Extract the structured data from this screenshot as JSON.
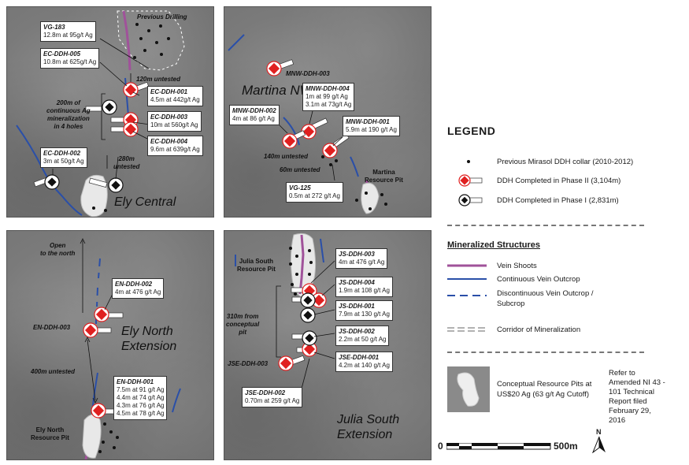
{
  "panels": {
    "ely_central": {
      "title": "Ely Central",
      "previous_drilling": "Previous Drilling",
      "labels": [
        {
          "id": "vg183",
          "hole": "VG-183",
          "lines": [
            "12.8m at 95g/t Ag"
          ]
        },
        {
          "id": "ec005",
          "hole": "EC-DDH-005",
          "lines": [
            "10.8m at 625g/t Ag"
          ]
        },
        {
          "id": "ec001",
          "hole": "EC-DDH-001",
          "lines": [
            "4.5m at 442g/t Ag"
          ]
        },
        {
          "id": "ec003",
          "hole": "EC-DDH-003",
          "lines": [
            "10m at 560g/t Ag"
          ]
        },
        {
          "id": "ec004",
          "hole": "EC-DDH-004",
          "lines": [
            "9.6m at 639g/t Ag"
          ]
        },
        {
          "id": "ec002",
          "hole": "EC-DDH-002",
          "lines": [
            "3m at 50g/t Ag"
          ]
        }
      ],
      "annotations": {
        "untested_120": "120m untested",
        "continuous_1": "200m of",
        "continuous_2": "continuous Ag",
        "continuous_3": "mineralization",
        "continuous_4": "in 4 holes",
        "untested_280_1": "280m",
        "untested_280_2": "untested"
      }
    },
    "martina_nw": {
      "title": "Martina NW",
      "labels": [
        {
          "id": "mnw003",
          "hole": "MNW-DDH-003",
          "lines": []
        },
        {
          "id": "mnw004",
          "hole": "MNW-DDH-004",
          "lines": [
            "1m at 99 g/t Ag",
            "3.1m at 73g/t Ag"
          ]
        },
        {
          "id": "mnw002",
          "hole": "MNW-DDH-002",
          "lines": [
            "4m at 86 g/t Ag"
          ]
        },
        {
          "id": "mnw001",
          "hole": "MNW-DDH-001",
          "lines": [
            "5.9m at 190 g/t Ag"
          ]
        },
        {
          "id": "vg125",
          "hole": "VG-125",
          "lines": [
            "0.5m at 272 g/t Ag"
          ]
        }
      ],
      "annotations": {
        "untested_140": "140m untested",
        "untested_60": "60m untested",
        "pit_1": "Martina",
        "pit_2": "Resource Pit"
      }
    },
    "ely_north": {
      "title_1": "Ely North",
      "title_2": "Extension",
      "labels": [
        {
          "id": "en002",
          "hole": "EN-DDH-002",
          "lines": [
            "4m at 476 g/t Ag"
          ]
        },
        {
          "id": "en001",
          "hole": "EN-DDH-001",
          "lines": [
            "7.5m at 91 g/t Ag",
            "4.4m at 74 g/t Ag",
            "4.3m at 76 g/t Ag",
            "4.5m at 78 g/t Ag"
          ]
        }
      ],
      "annotations": {
        "open_1": "Open",
        "open_2": "to the north",
        "en003": "EN-DDH-003",
        "untested_400": "400m untested",
        "pit_1": "Ely North",
        "pit_2": "Resource Pit"
      }
    },
    "julia_south": {
      "title_1": "Julia South",
      "title_2": "Extension",
      "labels": [
        {
          "id": "js003",
          "hole": "JS-DDH-003",
          "lines": [
            "4m at 476 g/t Ag"
          ]
        },
        {
          "id": "js004",
          "hole": "JS-DDH-004",
          "lines": [
            "1.9m at 108 g/t Ag"
          ]
        },
        {
          "id": "js001",
          "hole": "JS-DDH-001",
          "lines": [
            "7.9m at 130 g/t Ag"
          ]
        },
        {
          "id": "js002",
          "hole": "JS-DDH-002",
          "lines": [
            "2.2m at 50 g/t Ag"
          ]
        },
        {
          "id": "jse001",
          "hole": "JSE-DDH-001",
          "lines": [
            "4.2m at 140 g/t Ag"
          ]
        },
        {
          "id": "jse002",
          "hole": "JSE-DDH-002",
          "lines": [
            "0.70m at 259 g/t Ag"
          ]
        }
      ],
      "annotations": {
        "pit_1": "Julia South",
        "pit_2": "Resource Pit",
        "from_1": "310m from",
        "from_2": "conceptual",
        "from_3": "pit",
        "jse003": "JSE-DDH-003"
      }
    }
  },
  "legend": {
    "title": "LEGEND",
    "items": [
      "Previous Mirasol DDH collar (2010-2012)",
      "DDH Completed in Phase II (3,104m)",
      "DDH Completed in Phase I (2,831m)"
    ],
    "structures_title": "Mineralized Structures",
    "structures": [
      "Vein Shoots",
      "Continuous Vein Outcrop",
      "Discontinuous Vein Outcrop /",
      "Subcrop",
      "Corridor of Mineralization"
    ],
    "pits_1": "Conceptual Resource Pits at",
    "pits_2": "US$20 Ag (63 g/t Ag Cutoff)",
    "refer": [
      "Refer to",
      "Amended NI 43 -",
      "101 Technical",
      "Report filed",
      "February 29,",
      "2016"
    ],
    "scale_zero": "0",
    "scale_end": "500m",
    "north": "N"
  },
  "colors": {
    "vein_shoot": "#a0529a",
    "vein_outcrop": "#2a4fa8",
    "phase2": "#e02020",
    "phase1": "#111111"
  }
}
